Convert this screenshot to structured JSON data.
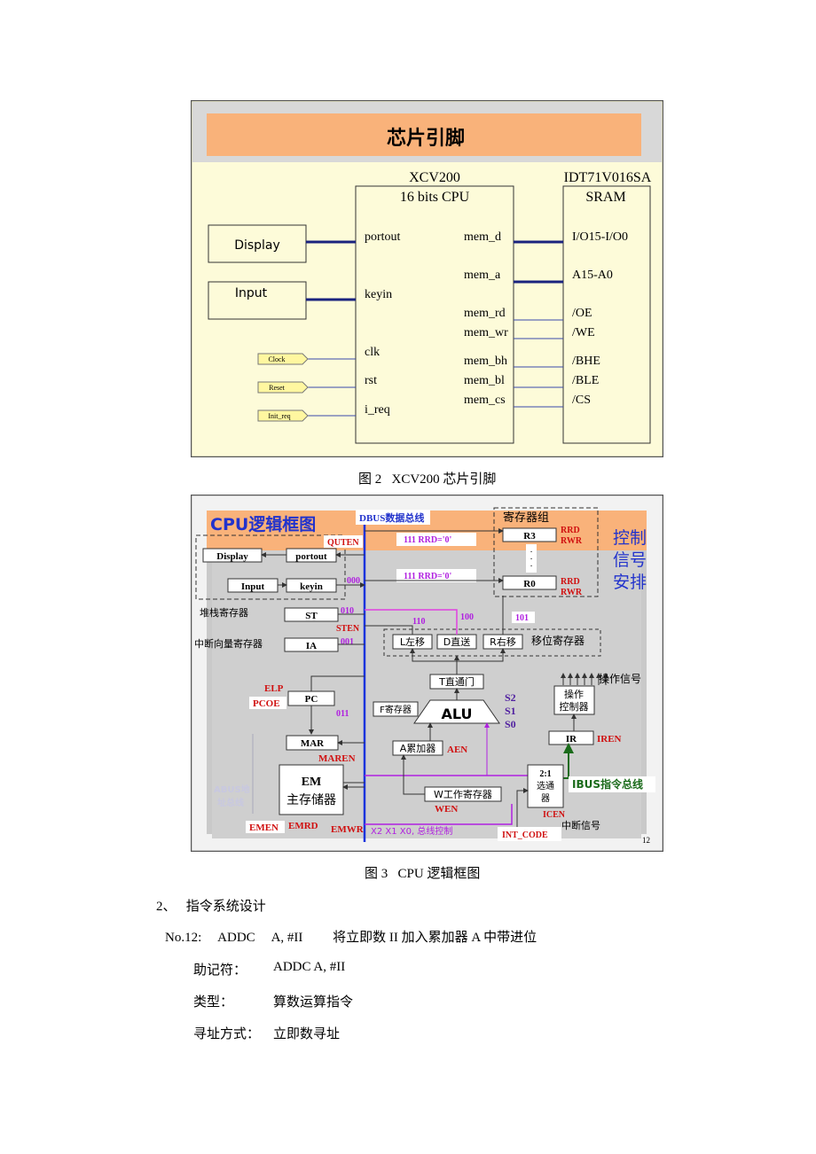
{
  "figure2": {
    "banner_title": "芯片引脚",
    "cpu": {
      "name": "XCV200",
      "desc": "16 bits CPU",
      "left_pins": [
        "portout",
        "keyin",
        "clk",
        "rst",
        "i_req"
      ],
      "right_pins": [
        "mem_d",
        "mem_a",
        "mem_rd",
        "mem_wr",
        "mem_bh",
        "mem_bl",
        "mem_cs"
      ]
    },
    "sram": {
      "name": "IDT71V016SA",
      "desc": "SRAM",
      "pins": [
        "I/O15-I/O0",
        "A15-A0",
        "/OE",
        "/WE",
        "/BHE",
        "/BLE",
        "/CS"
      ]
    },
    "display_box": "Display",
    "input_box": "Input",
    "signals": [
      "Clock",
      "Reset",
      "Init_req"
    ],
    "caption": "图 2   XCV200 芯片引脚"
  },
  "figure3": {
    "title": "CPU逻辑框图",
    "dbus": "DBUS数据总线",
    "reg_group": "寄存器组",
    "control_text": [
      "控制",
      "信号",
      "安排"
    ],
    "regs": {
      "r3": "R3",
      "r0": "R0",
      "dots": "·\n·\n·"
    },
    "rrd": "RRD",
    "rwr": "RWR",
    "code_111a": "111  RRD='0'",
    "code_111b": "111  RRD='0'",
    "quten": "QUTEN",
    "display": "Display",
    "portout": "portout",
    "input": "Input",
    "keyin": "keyin",
    "code_000": "000",
    "stack_label": "堆栈寄存器",
    "st": "ST",
    "code_010": "010",
    "sten": "STEN",
    "int_label": "中断向量寄存器",
    "ia": "IA",
    "code_001": "001",
    "code_110": "110",
    "code_100": "100",
    "code_101": "101",
    "shift_l": "L左移",
    "shift_d": "D直送",
    "shift_r": "R右移",
    "shift_label": "移位寄存器",
    "t_gate": "T直通门",
    "ops_signal": "操作信号",
    "ctrl_box": "操作\n控制器",
    "elp": "ELP",
    "pcoe": "PCOE",
    "pc": "PC",
    "code_011": "011",
    "f_reg": "F寄存器",
    "alu": "ALU",
    "s_sel": [
      "S2",
      "S1",
      "S0"
    ],
    "ir": "IR",
    "iren": "IREN",
    "mar": "MAR",
    "maren": "MAREN",
    "acc": "A累加器",
    "aen": "AEN",
    "abus": "ABUS地\n址总线",
    "em": "EM",
    "em_desc": "主存储器",
    "mux": "2:1\n选通\n器",
    "ibus": "IBUS指令总线",
    "w_reg": "W工作寄存器",
    "wen": "WEN",
    "icen": "ICEN",
    "interrupt": "中断信号",
    "emen": "EMEN",
    "emrd": "EMRD",
    "emwr": "EMWR",
    "x_ctrl": "X2 X1 X0, 总线控制",
    "int_code": "INT_CODE",
    "page_num": "12",
    "caption": "图 3   CPU 逻辑框图"
  },
  "section": {
    "heading": "2、   指令系统设计",
    "instr_line": "No.12:     ADDC     A, #II         将立即数 II 加入累加器 A 中带进位",
    "mnemonic_label": "助记符：",
    "mnemonic_value": "ADDC A, #II",
    "type_label": "类型：",
    "type_value": "算数运算指令",
    "addr_label": "寻址方式：",
    "addr_value": "立即数寻址"
  }
}
